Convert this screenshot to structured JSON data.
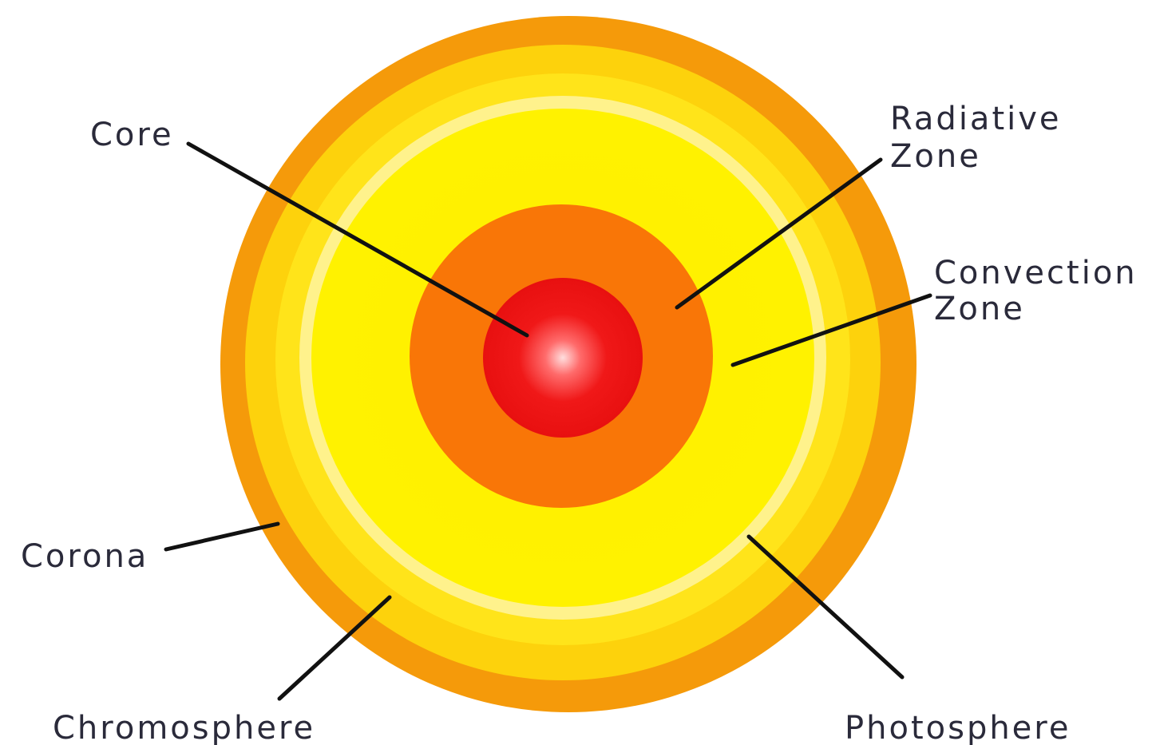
{
  "diagram": {
    "labels": {
      "core": "Core",
      "radiative_line1": "Radiative",
      "radiative_line2": "Zone",
      "convection_line1": "Convection",
      "convection_line2": "Zone",
      "corona": "Corona",
      "chromosphere": "Chromosphere",
      "photosphere": "Photosphere"
    },
    "colors": {
      "corona_ring": "#f59a0a",
      "chromosphere_band": "#fdd20c",
      "photosphere_band": "#ffe71a",
      "pale_ring": "#fff08a",
      "convection_zone": "#ffee00",
      "radiative_zone": "#f97607",
      "core": "#ee1212",
      "core_highlight": "#ffd0d0"
    }
  }
}
